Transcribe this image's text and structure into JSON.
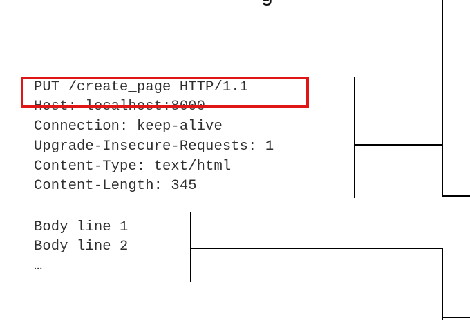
{
  "heading_fragment": "g",
  "request": {
    "request_line": "PUT /create_page HTTP/1.1",
    "headers": [
      "Host: localhost:8000",
      "Connection: keep-alive",
      "Upgrade-Insecure-Requests: 1",
      "Content-Type: text/html",
      "Content-Length: 345"
    ],
    "body": [
      "Body line 1",
      "Body line 2",
      "…"
    ]
  },
  "colors": {
    "highlight": "#e01616",
    "text": "#2e2e2e",
    "lines": "#000000"
  }
}
